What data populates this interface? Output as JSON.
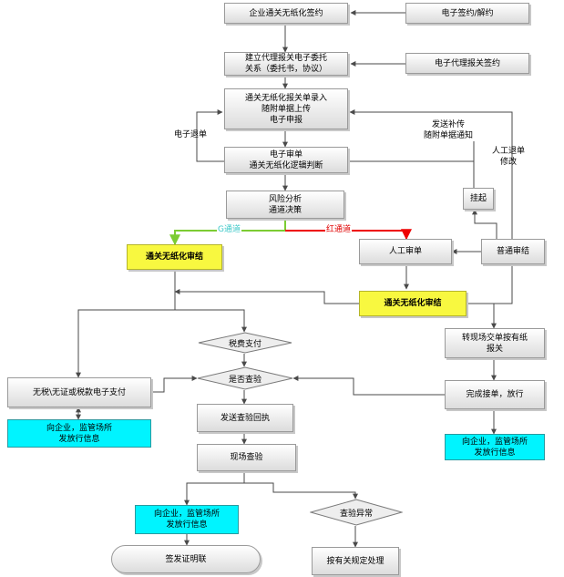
{
  "nodes": {
    "paperless_sign": "企业通关无纸化签约",
    "e_sign": "电子签约/解约",
    "agency_relation": "建立代理报关电子委托\n关系（委托书，协议）",
    "agency_sign": "电子代理报关签约",
    "declare_entry": "通关无纸化报关单录入\n随附单据上传\n电子申报",
    "e_review": "电子审单\n通关无纸化逻辑判断",
    "risk_analysis": "风险分析\n通道决策",
    "paperless_audit_left": "通关无纸化审结",
    "manual_review": "人工审单",
    "normal_audit": "普通审结",
    "suspend": "挂起",
    "paperless_audit_center": "通关无纸化审结",
    "to_field_report": "转现场交单按有纸\n报关",
    "tax_payment": "税费支付",
    "need_inspect": "是否查验",
    "no_tax_pay": "无税\\无证或税款电子支付",
    "notify_left": "向企业，监管场所\n发放行信息",
    "send_inspect_receipt": "发送查验回执",
    "complete_release": "完成接单，放行",
    "notify_right": "向企业，监管场所\n发放行信息",
    "field_inspect": "现场查验",
    "notify_bottom": "向企业，监管场所\n发放行信息",
    "inspect_abnormal": "查验异常",
    "sign_certificate": "签发证明联",
    "handle_rules": "按有关规定处理"
  },
  "labels": {
    "e_return": "电子退单",
    "send_supplement": "发送补传\n随附单据通知",
    "manual_return": "人工退单\n修改",
    "green_channel": "G通道",
    "red_channel": "红通道"
  },
  "colors": {
    "line": "#4a4a4a",
    "green": "#7ccc33",
    "red": "#ee0000",
    "yellow": "#f8f840",
    "cyan": "#00f4ff"
  }
}
